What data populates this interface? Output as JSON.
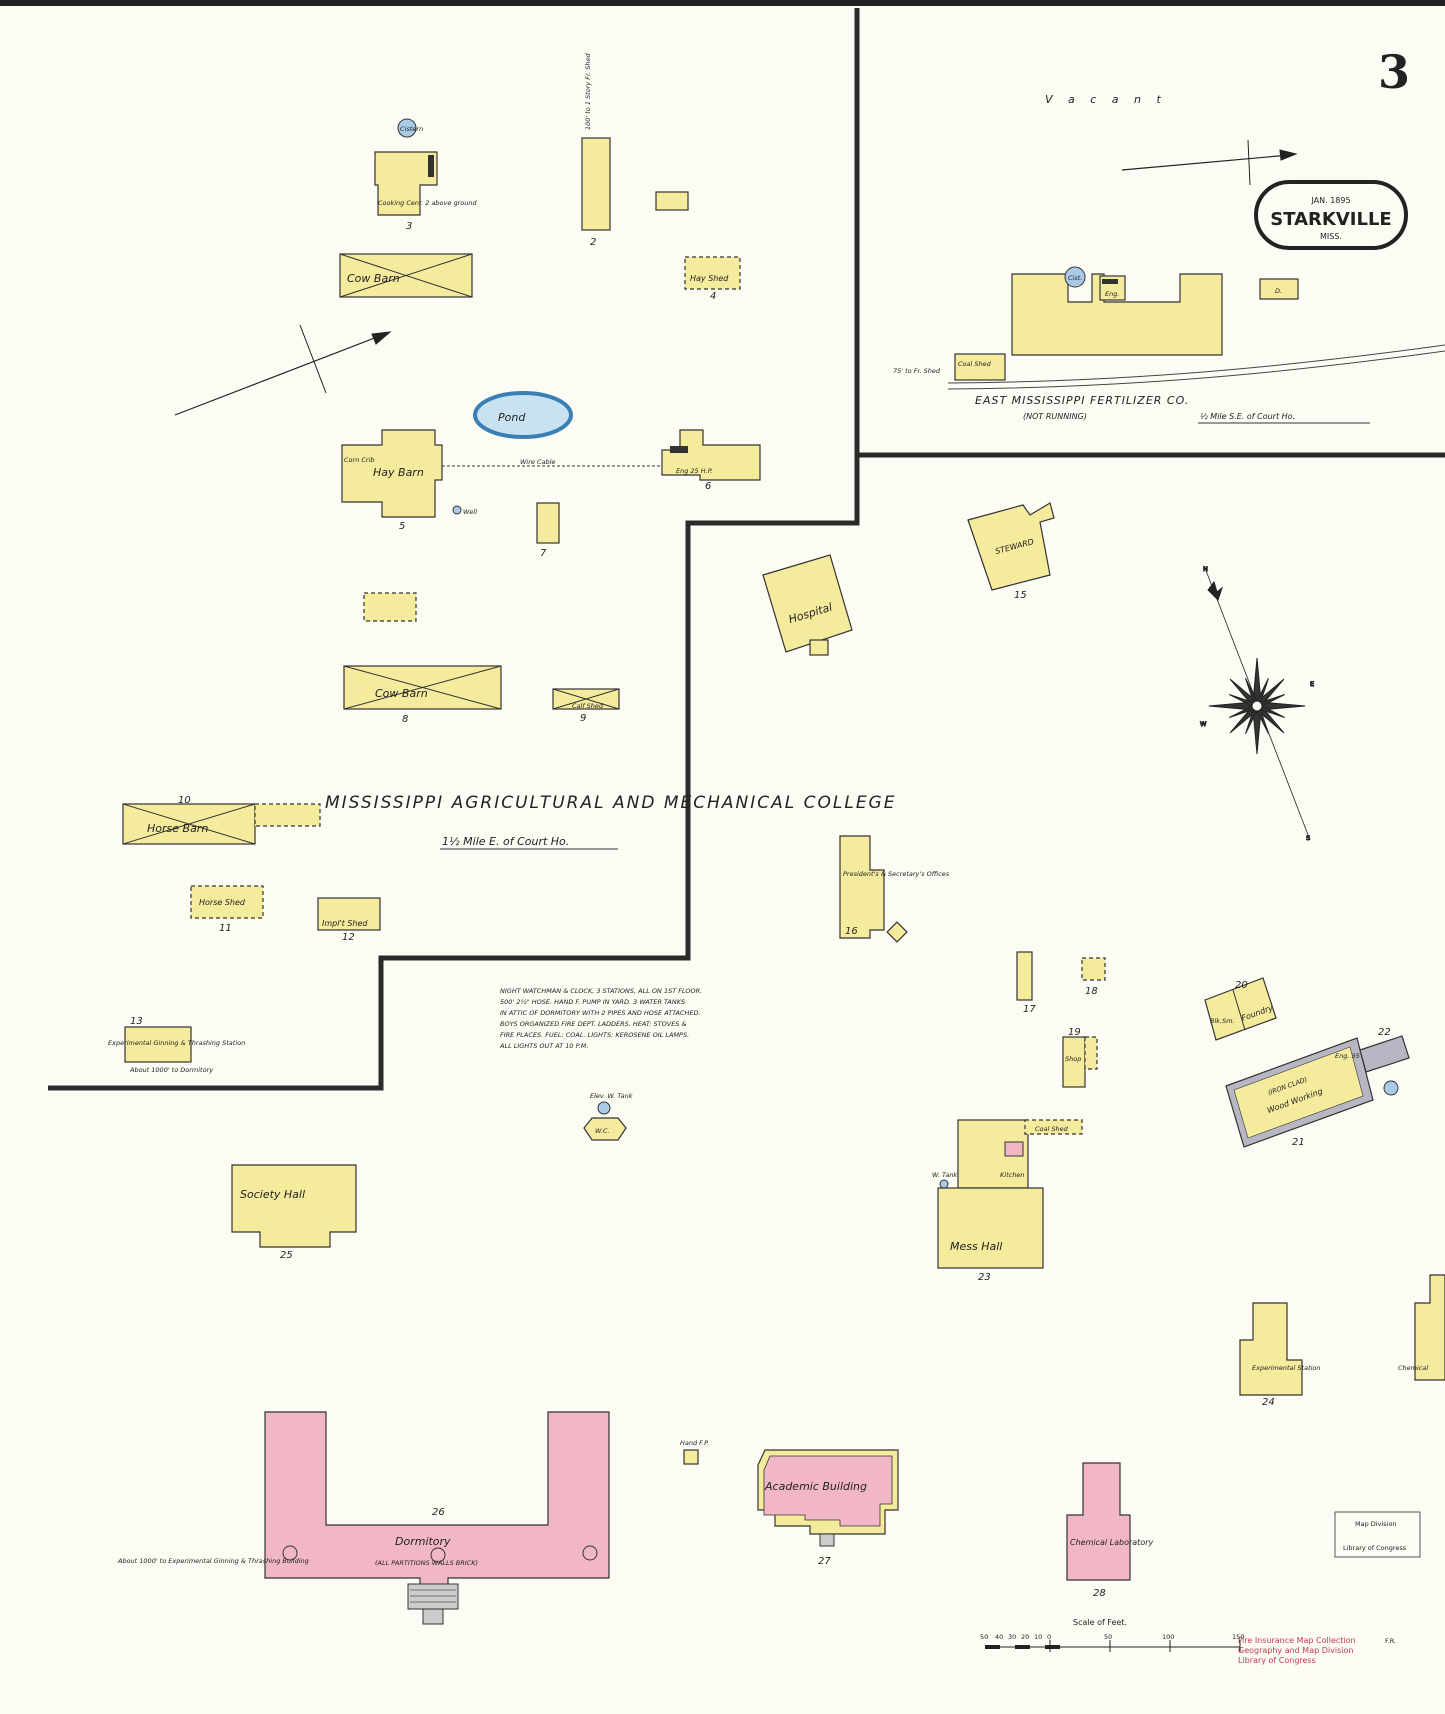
{
  "sheet": {
    "page_number": "3",
    "cartouche": {
      "date": "JAN. 1895",
      "town": "STARKVILLE",
      "state": "MISS."
    },
    "vacant_label": "V a c a n t",
    "scale": {
      "title": "Scale of Feet.",
      "ticks": [
        "50",
        "40",
        "30",
        "20",
        "10",
        "0",
        "50",
        "100",
        "150"
      ]
    },
    "stamps": {
      "division": "Map Division",
      "library": "Library of Congress",
      "collection": [
        "Fire Insurance Map Collection",
        "Geography and Map Division",
        "Library of Congress"
      ]
    },
    "initials": "F.R."
  },
  "college": {
    "title": "MISSISSIPPI AGRICULTURAL AND MECHANICAL COLLEGE",
    "distance": "1½ Mile E. of Court Ho.",
    "notes": [
      "NIGHT WATCHMAN & CLOCK, 3 STATIONS, ALL ON 1ST FLOOR.",
      "500' 2½\" HOSE. HAND F. PUMP IN YARD. 3 WATER TANKS",
      "IN ATTIC OF DORMITORY WITH 2 PIPES AND HOSE ATTACHED.",
      "BOYS ORGANIZED FIRE DEPT. LADDERS. HEAT: STOVES &",
      "FIRE PLACES. FUEL: COAL. LIGHTS: KEROSENE OIL LAMPS.",
      "ALL LIGHTS OUT AT 10 P.M."
    ],
    "dorm_distance_note": "About 1000' to Experimental Ginning & Thrashing Building",
    "ginning_distance_note": "About 1000' to Dormitory"
  },
  "fertilizer": {
    "name": "EAST MISSISSIPPI FERTILIZER CO.",
    "status": "(NOT RUNNING)",
    "distance": "½ Mile S.E. of Court Ho.",
    "coal_shed": "Coal Shed",
    "shed_note": "75' to Fr. Shed",
    "eng": "Eng.",
    "cist": "Cist.",
    "dwelling": "D."
  },
  "buildings": {
    "cistern": "Cistern",
    "cooking": "Cooking Cenr. 2 above ground",
    "shed_note": "100' to 1 Story Fr. Shed",
    "cow_barn": "Cow Barn",
    "hay_shed": "Hay Shed",
    "pond": "Pond",
    "hay_barn": "Hay Barn",
    "corn_crib": "Corn Crib",
    "wire_cable": "Wire Cable",
    "well": "Well",
    "eng_25hp": "Eng 25 H.P.",
    "hospital": "Hospital",
    "steward": "STEWARD",
    "calf_shed": "Calf Shed",
    "horse_barn": "Horse Barn",
    "horse_shed": "Horse Shed",
    "impl_shed": "Impl't Shed",
    "presidents_offices": "President's & Secretary's Offices",
    "ginning_station": "Experimental Ginning & Thrashing Station",
    "blk_sm": "Blk.Sm.",
    "foundry": "Foundry",
    "wood_working": "Wood Working",
    "iron_clad": "(IRON CLAD)",
    "eng_35hp": "Eng. 35 H.P.",
    "shop": "Shop",
    "elev_w_tank": "Elev. W. Tank",
    "wc": "W.C.",
    "society_hall": "Society Hall",
    "coal_shed": "Coal Shed",
    "kitchen": "Kitchen",
    "w_tank": "W. Tank",
    "mess_hall": "Mess Hall",
    "experimental_station": "Experimental Station",
    "chemical_partial": "Chemical",
    "dormitory": "Dormitory",
    "all_partitions": "(ALL PARTITIONS WALLS BRICK)",
    "academic_building": "Academic Building",
    "chemical_laboratory": "Chemical Laboratory",
    "hand_fp": "Hand F.P."
  },
  "numbers": [
    "2",
    "3",
    "4",
    "5",
    "6",
    "7",
    "8",
    "9",
    "10",
    "11",
    "12",
    "13",
    "15",
    "16",
    "17",
    "18",
    "19",
    "20",
    "21",
    "22",
    "23",
    "24",
    "25",
    "26",
    "27",
    "28"
  ],
  "compass": {
    "n": "N",
    "e": "E",
    "s": "S",
    "w": "W"
  }
}
